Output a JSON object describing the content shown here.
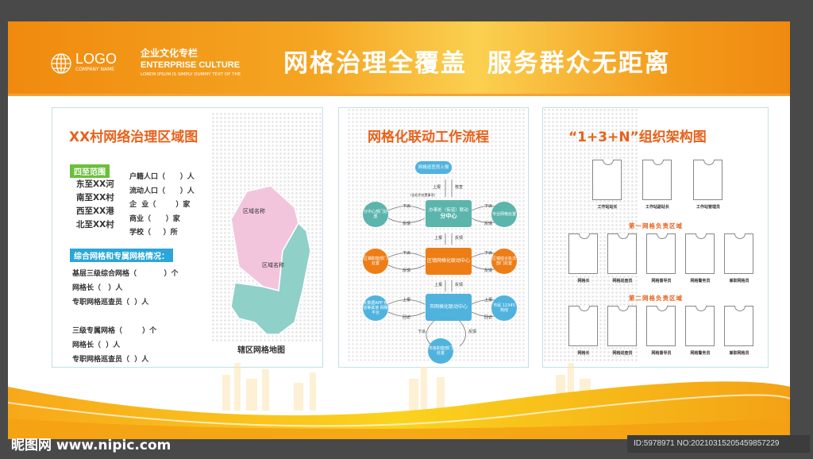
{
  "header": {
    "logo": "LOGO",
    "company": "COMPANY NAME",
    "column_cn": "企业文化专栏",
    "column_en": "ENTERPRISE CULTURE",
    "lorem": "LOREM IPSUM IS SIMPLY DUMMY TEXT OF THE",
    "slogan": "网格治理全覆盖  服务群众无距离"
  },
  "left": {
    "title": "XX村网络治理区域图",
    "range_badge": "四至范围",
    "ranges": [
      "东至XX河",
      "南至XX村",
      "西至XX港",
      "北至XX村"
    ],
    "stats": [
      "户籍人口（      ）人",
      "流动人口（      ）人",
      "企  业（        ）家",
      "商业（      ）家",
      "学校（     ）所"
    ],
    "grid_badge": "综合网格和专属网格情况：",
    "grid_lines": [
      "基层三级综合网格（           ）个",
      "网格长（   ）人",
      "专职网格巡查员（  ）人",
      "三级专属网格（        ）个",
      "网格长（  ）人",
      "专职网格巡查员（  ）人"
    ],
    "map_region_1": "区域名称",
    "map_region_2": "区域名称",
    "map_caption": "辖区网格地图"
  },
  "middle": {
    "title": "网格化联动工作流程",
    "top": "网格巡查员上报",
    "up": "上报",
    "check": "核查",
    "note": "(含初步处置事项)",
    "down": "下派",
    "feedback": "反馈",
    "revisit": "回访",
    "row1": {
      "left": "分中心部门处置",
      "center_small": "办事处（街道）联动",
      "center": "分中心",
      "right": "专业网格处置"
    },
    "row2": {
      "left": "区镇职能部门处置",
      "center": "区镇网格化联动中心",
      "right": "区镇综合执法部门处置"
    },
    "row3": {
      "left": "大数据APP 微信等其他 网格平台",
      "center": "市网格化联动中心",
      "right": "市民 12345热线"
    },
    "bottom": "市各职能部门处置",
    "colors": {
      "teal": "#5bb5ac",
      "orange": "#ee7d16",
      "blue": "#4fb3de"
    }
  },
  "right": {
    "title": "“1+3+N”组织架构图",
    "top_roles": [
      "工作站站长",
      "工作站副站长",
      "工作站管理员"
    ],
    "zone1": "第一网格负责区域",
    "zone2": "第二网格负责区域",
    "roles": [
      "网格长",
      "网格巡查员",
      "网格督导员",
      "网格警务员",
      "兼职网格员"
    ]
  },
  "watermark": {
    "site": "昵图网 www.nipic.com",
    "id": "ID:5978971 NO:20210315205459857229"
  }
}
